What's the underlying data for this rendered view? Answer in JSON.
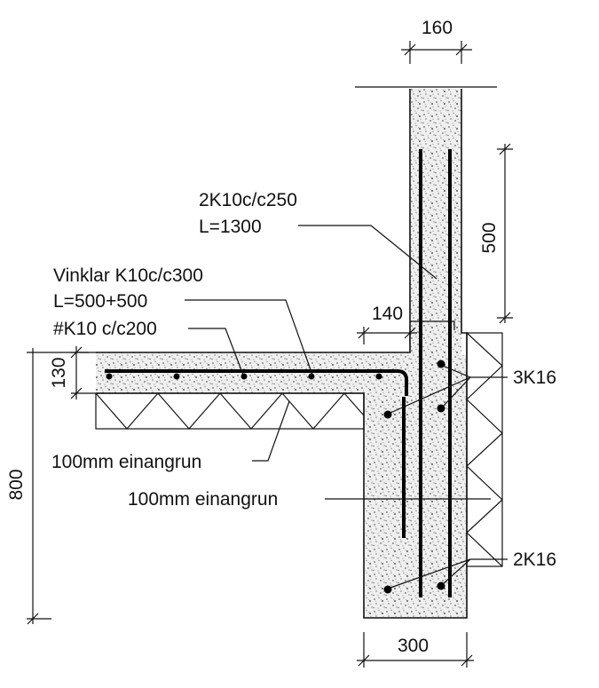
{
  "drawing": {
    "dimensions": {
      "wall_top_width": "160",
      "wall_rebar_length": "500",
      "slab_overlap": "140",
      "slab_thickness": "130",
      "footing_height": "800",
      "footing_width": "300"
    },
    "labels": {
      "vertical_bars": "2K10c/c250",
      "vertical_bars_length": "L=1300",
      "angle_bars": "Vinklar K10c/c300",
      "angle_bars_length": "L=500+500",
      "slab_mesh": "#K10 c/c200",
      "longitudinal_upper": "3K16",
      "longitudinal_lower": "2K16",
      "insulation_under_slab": "100mm einangrun",
      "insulation_outside_wall": "100mm einangrun"
    }
  }
}
